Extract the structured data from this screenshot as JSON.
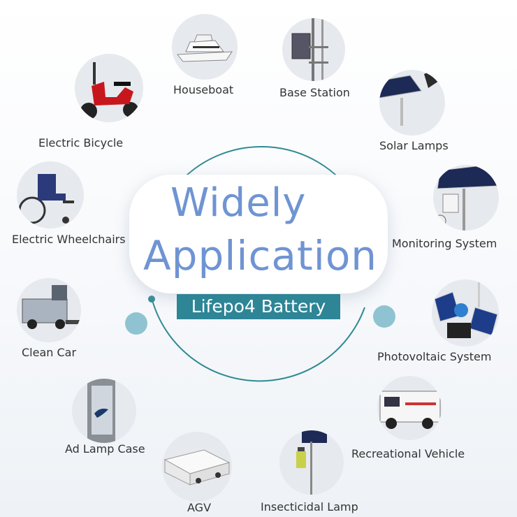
{
  "title_line1": "Widely",
  "title_line2": "Application",
  "badge": "Lifepo4 Battery",
  "colors": {
    "title": "#6f94d3",
    "badge": "#2d8596",
    "ring": "#2f8a93",
    "dot_light": "#8fc3d1"
  },
  "applications": [
    {
      "label": "Houseboat",
      "icon": "houseboat-icon"
    },
    {
      "label": "Base Station",
      "icon": "base-station-icon"
    },
    {
      "label": "Electric Bicycle",
      "icon": "electric-bicycle-icon"
    },
    {
      "label": "Solar Lamps",
      "icon": "solar-lamp-icon"
    },
    {
      "label": "Electric Wheelchairs",
      "icon": "wheelchair-icon"
    },
    {
      "label": "Monitoring System",
      "icon": "monitoring-camera-icon"
    },
    {
      "label": "Clean Car",
      "icon": "clean-car-icon"
    },
    {
      "label": "Photovoltaic System",
      "icon": "photovoltaic-icon"
    },
    {
      "label": "Ad Lamp Case",
      "icon": "ad-lamp-case-icon"
    },
    {
      "label": "Recreational  Vehicle",
      "icon": "rv-icon"
    },
    {
      "label": "AGV",
      "icon": "agv-icon"
    },
    {
      "label": "Insecticidal Lamp",
      "icon": "insecticidal-lamp-icon"
    }
  ]
}
